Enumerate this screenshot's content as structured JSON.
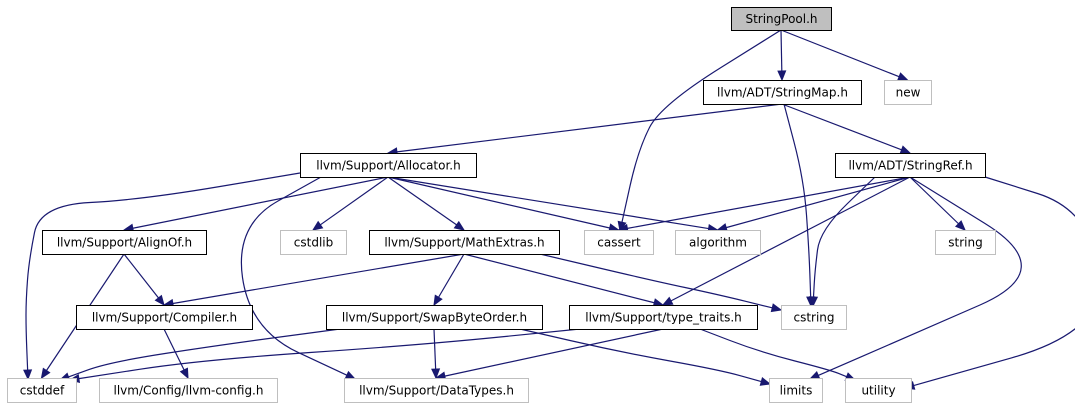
{
  "graph": {
    "colors": {
      "edge": "#191970",
      "root_fill": "#bfbfbf",
      "local_border": "#000000",
      "system_border": "#bfbfbf"
    },
    "nodes": [
      {
        "id": "stringpool",
        "label": "StringPool.h",
        "kind": "root"
      },
      {
        "id": "stringmap",
        "label": "llvm/ADT/StringMap.h",
        "kind": "local"
      },
      {
        "id": "new",
        "label": "new",
        "kind": "system"
      },
      {
        "id": "allocator",
        "label": "llvm/Support/Allocator.h",
        "kind": "local"
      },
      {
        "id": "stringref",
        "label": "llvm/ADT/StringRef.h",
        "kind": "local"
      },
      {
        "id": "alignof",
        "label": "llvm/Support/AlignOf.h",
        "kind": "local"
      },
      {
        "id": "cstdlib",
        "label": "cstdlib",
        "kind": "system"
      },
      {
        "id": "mathextras",
        "label": "llvm/Support/MathExtras.h",
        "kind": "local"
      },
      {
        "id": "cassert",
        "label": "cassert",
        "kind": "system"
      },
      {
        "id": "algorithm",
        "label": "algorithm",
        "kind": "system"
      },
      {
        "id": "string",
        "label": "string",
        "kind": "system"
      },
      {
        "id": "compiler",
        "label": "llvm/Support/Compiler.h",
        "kind": "local"
      },
      {
        "id": "swapbyteorder",
        "label": "llvm/Support/SwapByteOrder.h",
        "kind": "local"
      },
      {
        "id": "typetraits",
        "label": "llvm/Support/type_traits.h",
        "kind": "local"
      },
      {
        "id": "cstring",
        "label": "cstring",
        "kind": "system"
      },
      {
        "id": "cstddef",
        "label": "cstddef",
        "kind": "system"
      },
      {
        "id": "llvmconfig",
        "label": "llvm/Config/llvm-config.h",
        "kind": "system"
      },
      {
        "id": "datatypes",
        "label": "llvm/Support/DataTypes.h",
        "kind": "system"
      },
      {
        "id": "limits",
        "label": "limits",
        "kind": "system"
      },
      {
        "id": "utility",
        "label": "utility",
        "kind": "system"
      }
    ],
    "edges": [
      {
        "from": "stringpool",
        "to": "stringmap"
      },
      {
        "from": "stringpool",
        "to": "new"
      },
      {
        "from": "stringpool",
        "to": "cassert"
      },
      {
        "from": "stringmap",
        "to": "allocator"
      },
      {
        "from": "stringmap",
        "to": "stringref"
      },
      {
        "from": "stringmap",
        "to": "cstring"
      },
      {
        "from": "allocator",
        "to": "alignof"
      },
      {
        "from": "allocator",
        "to": "cstdlib"
      },
      {
        "from": "allocator",
        "to": "mathextras"
      },
      {
        "from": "allocator",
        "to": "cassert"
      },
      {
        "from": "allocator",
        "to": "algorithm"
      },
      {
        "from": "allocator",
        "to": "cstddef"
      },
      {
        "from": "allocator",
        "to": "datatypes"
      },
      {
        "from": "stringref",
        "to": "cassert"
      },
      {
        "from": "stringref",
        "to": "algorithm"
      },
      {
        "from": "stringref",
        "to": "string"
      },
      {
        "from": "stringref",
        "to": "cstring"
      },
      {
        "from": "stringref",
        "to": "typetraits"
      },
      {
        "from": "stringref",
        "to": "limits"
      },
      {
        "from": "stringref",
        "to": "utility"
      },
      {
        "from": "alignof",
        "to": "compiler"
      },
      {
        "from": "alignof",
        "to": "cstddef"
      },
      {
        "from": "mathextras",
        "to": "compiler"
      },
      {
        "from": "mathextras",
        "to": "swapbyteorder"
      },
      {
        "from": "mathextras",
        "to": "typetraits"
      },
      {
        "from": "mathextras",
        "to": "cstring"
      },
      {
        "from": "compiler",
        "to": "llvmconfig"
      },
      {
        "from": "swapbyteorder",
        "to": "cstddef"
      },
      {
        "from": "swapbyteorder",
        "to": "datatypes"
      },
      {
        "from": "swapbyteorder",
        "to": "limits"
      },
      {
        "from": "typetraits",
        "to": "cstddef"
      },
      {
        "from": "typetraits",
        "to": "datatypes"
      },
      {
        "from": "typetraits",
        "to": "utility"
      }
    ]
  }
}
